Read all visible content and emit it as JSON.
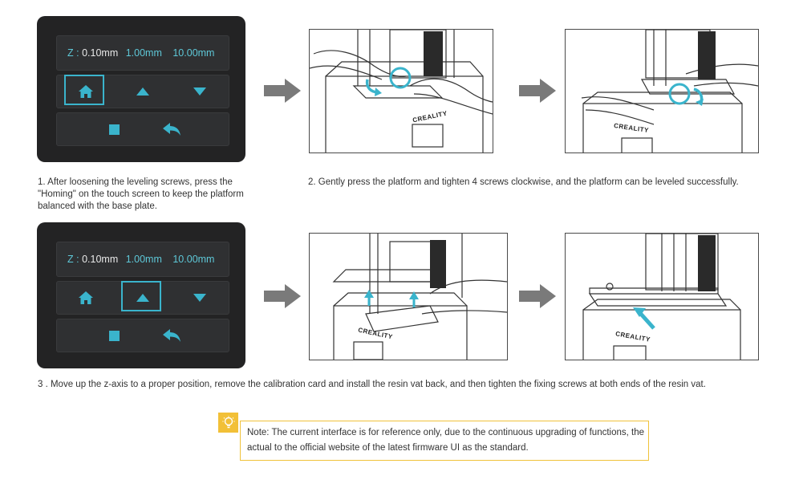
{
  "screens": [
    {
      "z_label": "Z :",
      "z_value": "0.10mm",
      "z_opt1": "1.00mm",
      "z_opt2": "10.00mm",
      "selected": "home-button"
    },
    {
      "z_label": "Z :",
      "z_value": "0.10mm",
      "z_opt1": "1.00mm",
      "z_opt2": "10.00mm",
      "selected": "up-button"
    }
  ],
  "logo_text": "CREALITY",
  "steps": {
    "step1": "1. After loosening the leveling screws, press the \"Homing\" on the touch screen to keep the platform balanced with the base plate.",
    "step2": "2. Gently press the platform and tighten 4 screws clockwise, and the platform can be leveled successfully.",
    "step3": "3 . Move up the z-axis to a proper position, remove the calibration card and install the resin vat back, and then tighten the fixing screws at both ends of the resin vat."
  },
  "note": {
    "text": "Note: The current interface is for reference only, due to the continuous upgrading of functions, the actual to the official website of the latest firmware UI as the standard."
  },
  "colors": {
    "accent": "#3ab4cc",
    "screen_bg": "#232324",
    "note_border": "#f0c23a",
    "arrow": "#7a7a7a"
  }
}
